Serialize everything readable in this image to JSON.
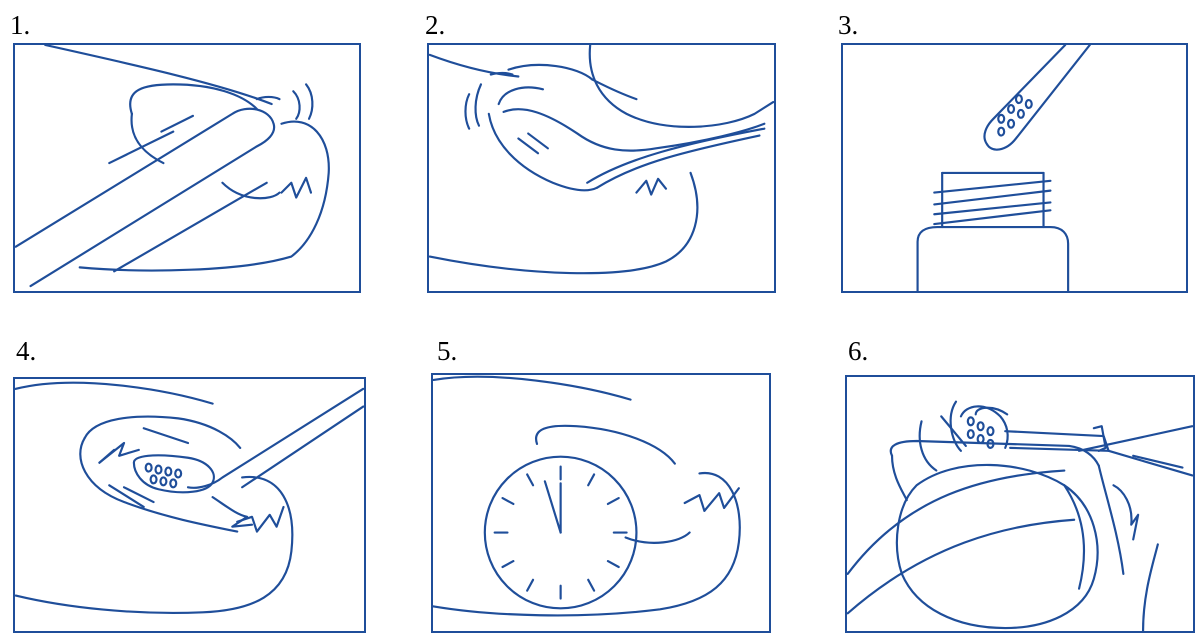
{
  "accent_color": "#1f4e9a",
  "steps": [
    {
      "number": "1.",
      "icon": "nail-file-lifting-nail-icon"
    },
    {
      "number": "2.",
      "icon": "finger-pressing-nail-icon"
    },
    {
      "number": "3.",
      "icon": "brush-applicator-and-bottle-icon"
    },
    {
      "number": "4.",
      "icon": "applying-solution-to-nail-icon"
    },
    {
      "number": "5.",
      "icon": "wait-clock-icon"
    },
    {
      "number": "6.",
      "icon": "wiping-nail-icon"
    }
  ]
}
